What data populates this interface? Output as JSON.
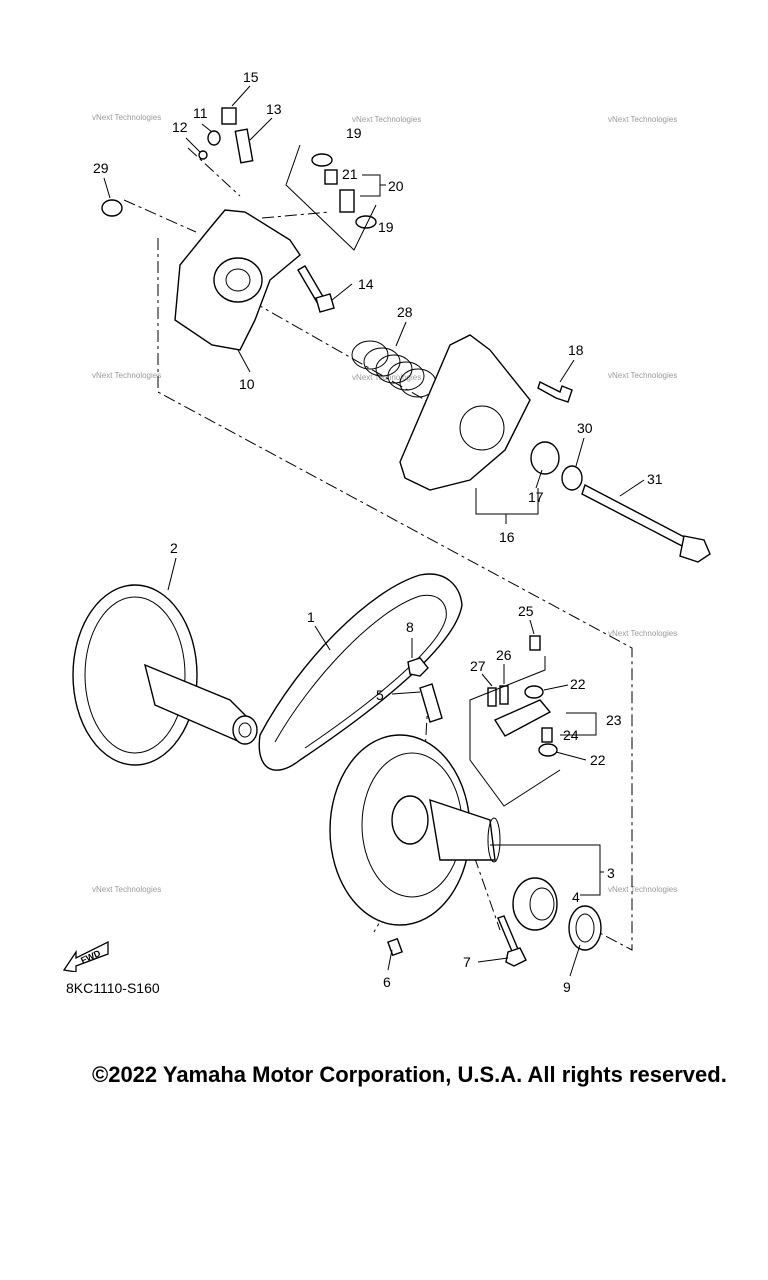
{
  "diagram": {
    "code": "8KC1110-S160",
    "copyright": "©2022 Yamaha Motor Corporation, U.S.A. All rights reserved.",
    "fwd_label": "FWD",
    "watermark": "vNext Technologies",
    "callouts": [
      "1",
      "2",
      "3",
      "4",
      "5",
      "6",
      "7",
      "8",
      "9",
      "10",
      "11",
      "12",
      "13",
      "14",
      "15",
      "16",
      "17",
      "18",
      "19",
      "19",
      "20",
      "21",
      "22",
      "22",
      "23",
      "24",
      "25",
      "26",
      "27",
      "28",
      "29",
      "30",
      "31"
    ]
  }
}
